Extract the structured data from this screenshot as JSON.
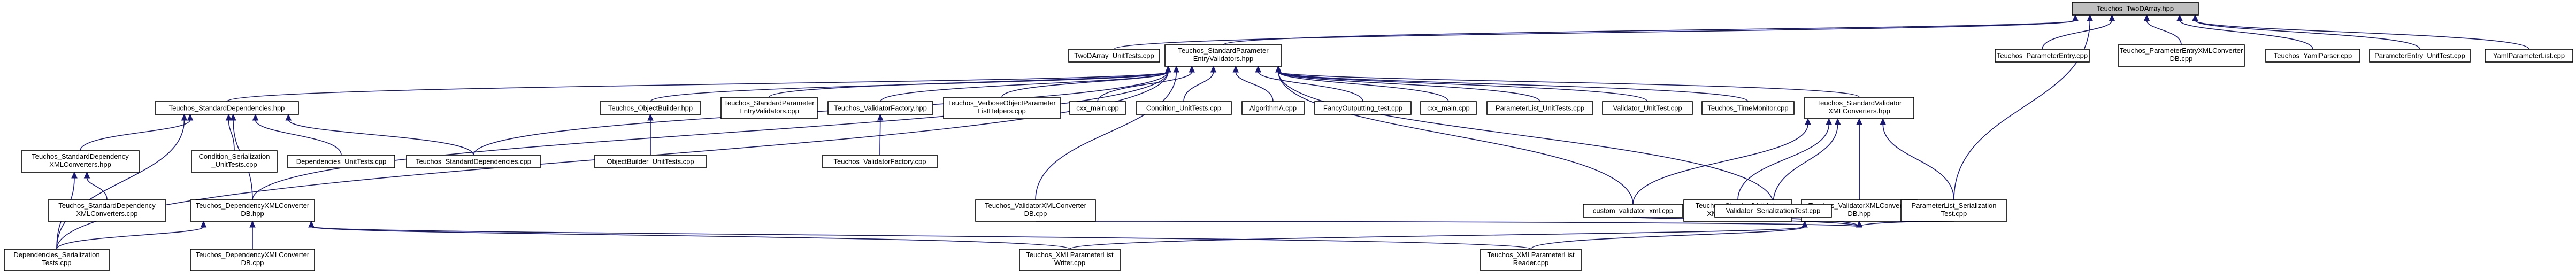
{
  "graph": {
    "title": "Teuchos_TwoDArray.hpp",
    "nodes": [
      {
        "id": "root",
        "lines": [
          "Teuchos_TwoDArray.hpp"
        ],
        "root": true
      },
      {
        "id": "twod_ut",
        "lines": [
          "TwoDArray_UnitTests.cpp"
        ]
      },
      {
        "id": "spev",
        "lines": [
          "Teuchos_StandardParameter",
          "EntryValidators.hpp"
        ]
      },
      {
        "id": "pe",
        "lines": [
          "Teuchos_ParameterEntry.cpp"
        ]
      },
      {
        "id": "pexml",
        "lines": [
          "Teuchos_ParameterEntryXMLConverter",
          "DB.cpp"
        ]
      },
      {
        "id": "yamlparser",
        "lines": [
          "Teuchos_YamlParser.cpp"
        ]
      },
      {
        "id": "pe_ut",
        "lines": [
          "ParameterEntry_UnitTest.cpp"
        ]
      },
      {
        "id": "yamlpl",
        "lines": [
          "YamlParameterList.cpp"
        ]
      },
      {
        "id": "sdh",
        "lines": [
          "Teuchos_StandardDependencies.hpp"
        ]
      },
      {
        "id": "ob",
        "lines": [
          "Teuchos_ObjectBuilder.hpp"
        ]
      },
      {
        "id": "spev_cpp",
        "lines": [
          "Teuchos_StandardParameter",
          "EntryValidators.cpp"
        ]
      },
      {
        "id": "vf",
        "lines": [
          "Teuchos_ValidatorFactory.hpp"
        ]
      },
      {
        "id": "vob",
        "lines": [
          "Teuchos_VerboseObjectParameter",
          "ListHelpers.cpp"
        ]
      },
      {
        "id": "cxxmain1",
        "lines": [
          "cxx_main.cpp"
        ]
      },
      {
        "id": "cond_ut",
        "lines": [
          "Condition_UnitTests.cpp"
        ]
      },
      {
        "id": "algA",
        "lines": [
          "AlgorithmA.cpp"
        ]
      },
      {
        "id": "fancy",
        "lines": [
          "FancyOutputting_test.cpp"
        ]
      },
      {
        "id": "cxxmain2",
        "lines": [
          "cxx_main.cpp"
        ]
      },
      {
        "id": "pl_ut",
        "lines": [
          "ParameterList_UnitTests.cpp"
        ]
      },
      {
        "id": "val_ut",
        "lines": [
          "Validator_UnitTest.cpp"
        ]
      },
      {
        "id": "timemon",
        "lines": [
          "Teuchos_TimeMonitor.cpp"
        ]
      },
      {
        "id": "svxml",
        "lines": [
          "Teuchos_StandardValidator",
          "XMLConverters.hpp"
        ]
      },
      {
        "id": "sdxml",
        "lines": [
          "Teuchos_StandardDependency",
          "XMLConverters.hpp"
        ]
      },
      {
        "id": "cond_ser",
        "lines": [
          "Condition_Serialization",
          "_UnitTests.cpp"
        ]
      },
      {
        "id": "dep_ut",
        "lines": [
          "Dependencies_UnitTests.cpp"
        ]
      },
      {
        "id": "sd_cpp",
        "lines": [
          "Teuchos_StandardDependencies.cpp"
        ]
      },
      {
        "id": "ob_ut",
        "lines": [
          "ObjectBuilder_UnitTests.cpp"
        ]
      },
      {
        "id": "vf_cpp",
        "lines": [
          "Teuchos_ValidatorFactory.cpp"
        ]
      },
      {
        "id": "svxml_cpp",
        "lines": [
          "Teuchos_StandardValidator",
          "XMLConverters.cpp"
        ]
      },
      {
        "id": "vxmldb",
        "lines": [
          "Teuchos_ValidatorXMLConverter",
          "DB.hpp"
        ]
      },
      {
        "id": "sdxml_cpp",
        "lines": [
          "Teuchos_StandardDependency",
          "XMLConverters.cpp"
        ]
      },
      {
        "id": "dxmldb",
        "lines": [
          "Teuchos_DependencyXMLConverter",
          "DB.hpp"
        ]
      },
      {
        "id": "vxmldb_cpp",
        "lines": [
          "Teuchos_ValidatorXMLConverter",
          "DB.cpp"
        ]
      },
      {
        "id": "custom",
        "lines": [
          "custom_validator_xml.cpp"
        ]
      },
      {
        "id": "val_ser",
        "lines": [
          "Validator_SerializationTest.cpp"
        ]
      },
      {
        "id": "pl_ser",
        "lines": [
          "ParameterList_Serialization",
          "Test.cpp"
        ]
      },
      {
        "id": "dep_ser",
        "lines": [
          "Dependencies_Serialization",
          "Tests.cpp"
        ]
      },
      {
        "id": "dxmldb_cpp",
        "lines": [
          "Teuchos_DependencyXMLConverter",
          "DB.cpp"
        ]
      },
      {
        "id": "xmlw",
        "lines": [
          "Teuchos_XMLParameterList",
          "Writer.cpp"
        ]
      },
      {
        "id": "xmlr",
        "lines": [
          "Teuchos_XMLParameterList",
          "Reader.cpp"
        ]
      }
    ],
    "edges": [
      [
        "root",
        "twod_ut"
      ],
      [
        "root",
        "spev"
      ],
      [
        "root",
        "pe"
      ],
      [
        "root",
        "pexml"
      ],
      [
        "root",
        "yamlparser"
      ],
      [
        "root",
        "pe_ut"
      ],
      [
        "root",
        "yamlpl"
      ],
      [
        "root",
        "pl_ser"
      ],
      [
        "spev",
        "sdh"
      ],
      [
        "spev",
        "ob"
      ],
      [
        "spev",
        "spev_cpp"
      ],
      [
        "spev",
        "vf"
      ],
      [
        "spev",
        "vob"
      ],
      [
        "spev",
        "cxxmain1"
      ],
      [
        "spev",
        "cond_ut"
      ],
      [
        "spev",
        "algA"
      ],
      [
        "spev",
        "fancy"
      ],
      [
        "spev",
        "cxxmain2"
      ],
      [
        "spev",
        "pl_ut"
      ],
      [
        "spev",
        "val_ut"
      ],
      [
        "spev",
        "timemon"
      ],
      [
        "spev",
        "svxml"
      ],
      [
        "spev",
        "sd_cpp"
      ],
      [
        "spev",
        "vxmldb_cpp"
      ],
      [
        "spev",
        "custom"
      ],
      [
        "spev",
        "val_ser"
      ],
      [
        "spev",
        "dxmldb"
      ],
      [
        "spev",
        "dep_ser"
      ],
      [
        "sdh",
        "sdxml"
      ],
      [
        "sdh",
        "cond_ser"
      ],
      [
        "sdh",
        "dep_ut"
      ],
      [
        "sdh",
        "sd_cpp"
      ],
      [
        "sdh",
        "dxmldb"
      ],
      [
        "sdh",
        "dep_ser"
      ],
      [
        "ob",
        "ob_ut"
      ],
      [
        "vf",
        "vf_cpp"
      ],
      [
        "svxml",
        "svxml_cpp"
      ],
      [
        "svxml",
        "vxmldb"
      ],
      [
        "svxml",
        "custom"
      ],
      [
        "svxml",
        "val_ser"
      ],
      [
        "svxml",
        "pl_ser"
      ],
      [
        "sdxml",
        "sdxml_cpp"
      ],
      [
        "sdxml",
        "dep_ser"
      ],
      [
        "vxmldb",
        "vxmldb_cpp"
      ],
      [
        "vxmldb",
        "custom"
      ],
      [
        "vxmldb",
        "val_ser"
      ],
      [
        "vxmldb",
        "pl_ser"
      ],
      [
        "vxmldb",
        "xmlw"
      ],
      [
        "vxmldb",
        "xmlr"
      ],
      [
        "vxmldb",
        "svxml"
      ],
      [
        "dxmldb",
        "dep_ser"
      ],
      [
        "dxmldb",
        "dxmldb_cpp"
      ],
      [
        "dxmldb",
        "xmlw"
      ],
      [
        "dxmldb",
        "xmlr"
      ]
    ],
    "colors": {
      "edge": "#191970",
      "root_fill": "#bfbfbf",
      "node_fill": "#ffffff",
      "node_border": "#000000"
    }
  }
}
